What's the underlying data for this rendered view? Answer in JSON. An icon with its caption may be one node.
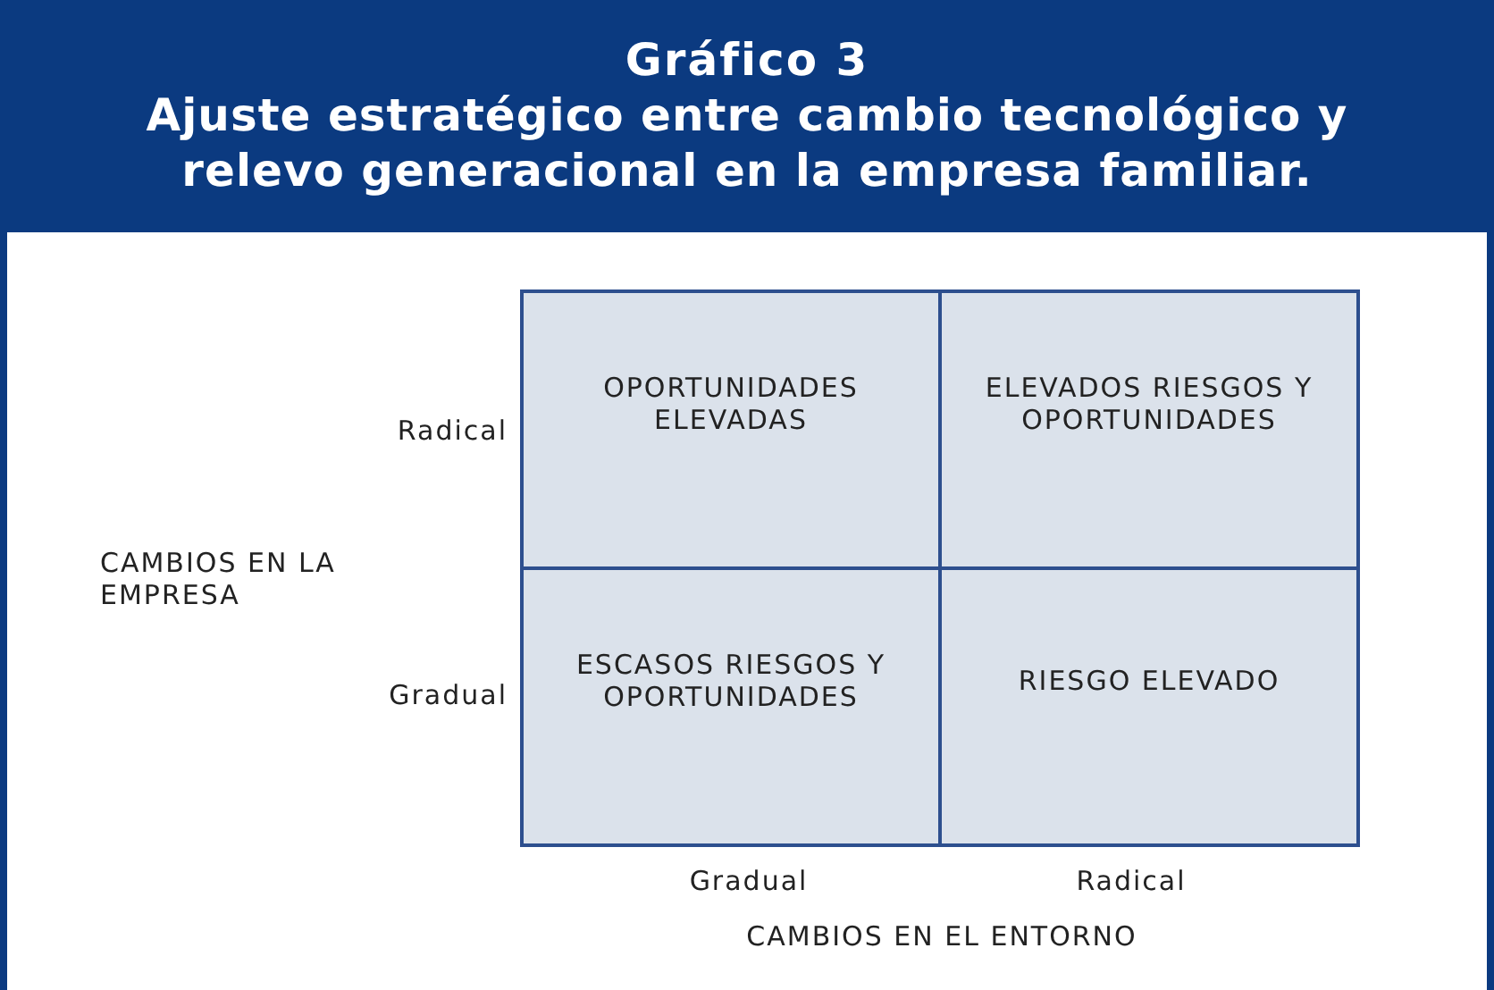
{
  "diagram": {
    "title": "Ajuste estratégico entre cambio tecnológico y relevo generacional en la empresa familiar.",
    "nodes": [
      {
        "text": [
          "OPORTUNIDADES ELEVADAS"
        ]
      },
      {
        "text": [
          "ELEVADOS RIESGOS Y OPORTUNIDADES"
        ]
      },
      {
        "text": [
          "ESCASOS RIESGOS Y OPORTUNIDADES"
        ]
      },
      {
        "text": [
          "RIESGO ELEVADO"
        ]
      }
    ],
    "labels": [
      "Gráfico 3",
      "Radical",
      "Gradual",
      "CAMBIOS EN LA EMPRESA",
      "Gradual",
      "Radical",
      "CAMBIOS EN EL ENTORNO"
    ]
  }
}
